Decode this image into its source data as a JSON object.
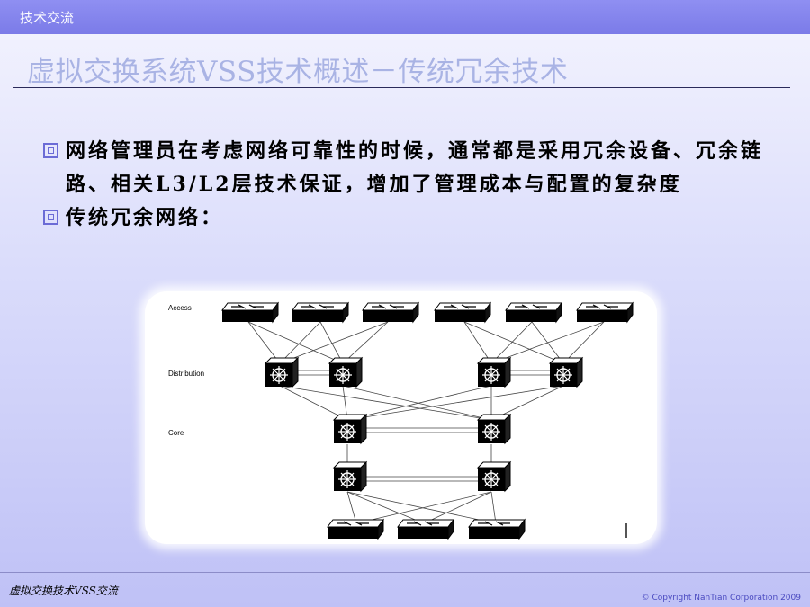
{
  "header": {
    "section_label": "技术交流"
  },
  "slide": {
    "title": "虚拟交换系统VSS技术概述－传统冗余技术"
  },
  "bullets": [
    {
      "text": "网络管理员在考虑网络可靠性的时候，通常都是采用冗余设备、冗余链路、相关L3/L2层技术保证，增加了管理成本与配置的复杂度"
    },
    {
      "text": "传统冗余网络："
    }
  ],
  "diagram": {
    "layer_labels": {
      "access": "Access",
      "distribution": "Distribution",
      "core": "Core"
    },
    "icons": {
      "access_switch": "workgroup-switch-icon",
      "multilayer_switch": "multilayer-switch-icon"
    }
  },
  "footer": {
    "left": "虚拟交换技术VSS交流",
    "right": "© Copyright NanTian Corporation 2009"
  }
}
